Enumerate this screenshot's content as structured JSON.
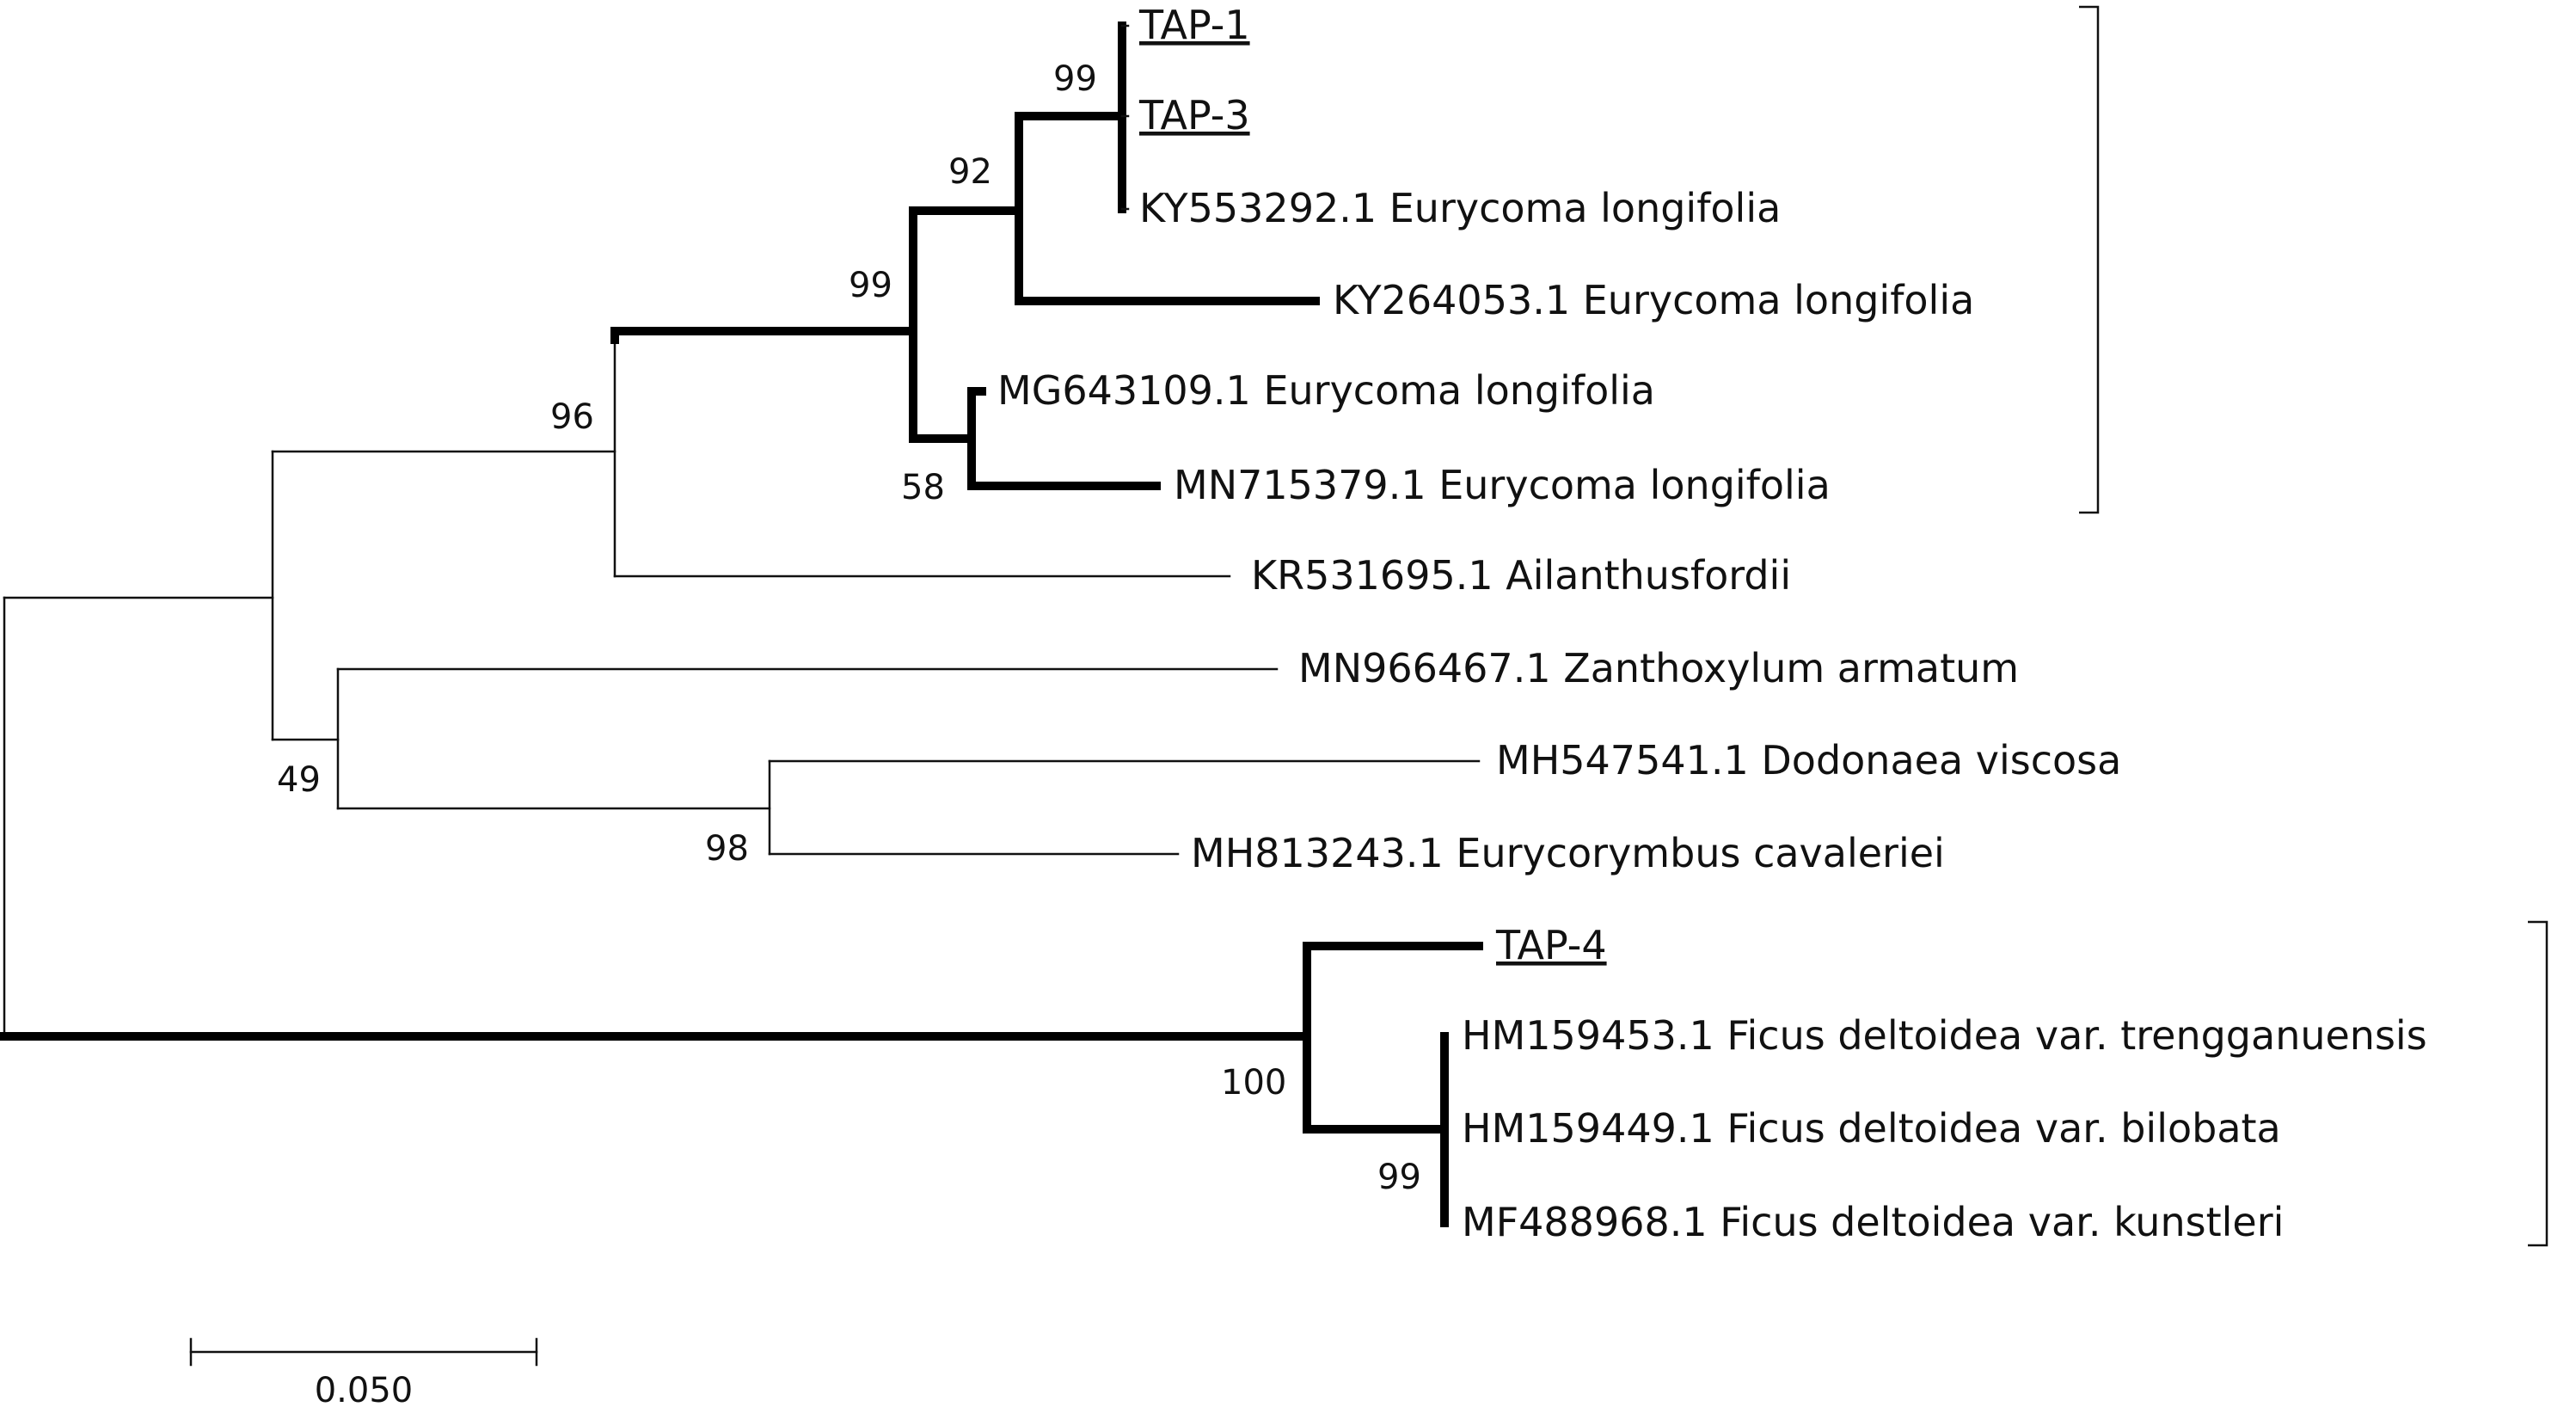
{
  "tree": {
    "taxa": [
      {
        "id": "tap1",
        "label": "TAP-1",
        "highlight": true
      },
      {
        "id": "tap3",
        "label": "TAP-3",
        "highlight": true
      },
      {
        "id": "ky553",
        "label": "KY553292.1 Eurycoma longifolia"
      },
      {
        "id": "ky264",
        "label": "KY264053.1 Eurycoma longifolia"
      },
      {
        "id": "mg643",
        "label": "MG643109.1 Eurycoma longifolia"
      },
      {
        "id": "mn715",
        "label": "MN715379.1 Eurycoma longifolia"
      },
      {
        "id": "kr531",
        "label": "KR531695.1 Ailanthusfordii"
      },
      {
        "id": "mn966",
        "label": "MN966467.1 Zanthoxylum armatum"
      },
      {
        "id": "mh547",
        "label": "MH547541.1 Dodonaea viscosa"
      },
      {
        "id": "mh813",
        "label": "MH813243.1 Eurycorymbus cavaleriei"
      },
      {
        "id": "tap4",
        "label": "TAP-4",
        "highlight": true
      },
      {
        "id": "hm153",
        "label": "HM159453.1 Ficus deltoidea var. trengganuensis"
      },
      {
        "id": "hm149",
        "label": "HM159449.1 Ficus deltoidea var. bilobata"
      },
      {
        "id": "mf488",
        "label": "MF488968.1 Ficus deltoidea var. kunstleri"
      }
    ],
    "support_values": {
      "tap1_tap3": "99",
      "tap_ky553": "92",
      "eurycoma_core": "99",
      "eurycoma_clade": "96",
      "mg_mn": "58",
      "mn966_sapindaceae": "49",
      "sapindaceae": "98",
      "ficus_clade": "100",
      "ficus_refs": "99"
    },
    "scale_bar": {
      "value": 0.05,
      "label": "0.050"
    }
  }
}
